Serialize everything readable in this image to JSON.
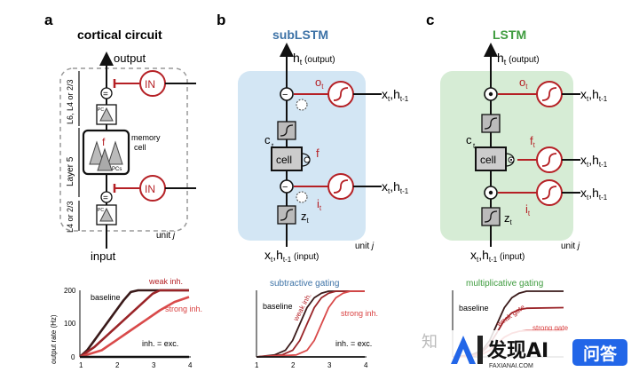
{
  "panels": {
    "a": {
      "letter": "a",
      "title": "cortical circuit",
      "output": "output",
      "input": "input",
      "in_label": "IN",
      "layer_top": "L6, L4 or 2/3",
      "layer_mid": "Layer 5",
      "layer_bot": "L4 or 2/3",
      "pc": "PC",
      "f": "f",
      "pcs": "PCs",
      "memory": "memory",
      "cell": "cell",
      "unit": "unit",
      "unit_j": "j",
      "eq": "="
    },
    "b": {
      "letter": "b",
      "title": "subLSTM",
      "h_t": "h",
      "t": "t",
      "output": "(output)",
      "input": "(input)",
      "o": "o",
      "f": "f",
      "i": "i",
      "c": "c",
      "z": "z",
      "cell": "cell",
      "x": "x",
      "h": "h",
      "t1": "t-1",
      "minus": "−",
      "unit": "unit",
      "unit_j": "j"
    },
    "c": {
      "letter": "c",
      "title": "LSTM",
      "h_t": "h",
      "t": "t",
      "output": "(output)",
      "input": "(input)",
      "o": "o",
      "f": "f",
      "i": "i",
      "c": "c",
      "z": "z",
      "cell": "cell",
      "x": "x",
      "h": "h",
      "t1": "t-1",
      "unit": "unit",
      "unit_j": "j"
    }
  },
  "plots": {
    "a": {
      "ylabel": "output rate (Hz)",
      "yticks": [
        "0",
        "100",
        "200"
      ],
      "xticks": [
        "1",
        "2",
        "3",
        "4"
      ],
      "labels": {
        "baseline": "baseline",
        "weak": "weak inh.",
        "strong": "strong inh.",
        "eq": "inh. = exc."
      }
    },
    "b": {
      "title": "subtractive gating",
      "xticks": [
        "1",
        "2",
        "3",
        "4"
      ],
      "labels": {
        "baseline": "baseline",
        "weak": "weak inh.",
        "strong": "strong inh.",
        "eq": "inh. = exc."
      }
    },
    "c": {
      "title": "multiplicative gating",
      "labels": {
        "baseline": "baseline",
        "weak": "weak gate",
        "strong": "strong gate"
      }
    }
  },
  "watermark": {
    "zhi": "知",
    "brand": "发现AI",
    "url": "FAXIANAI.COM",
    "badge": "问答"
  },
  "colors": {
    "red": "#b52025",
    "blue_bg": "#d3e6f4",
    "green_bg": "#d6ecd5",
    "blue_title": "#3d72a6",
    "green_title": "#3f9c3f",
    "dark_red": "#4a1c1c"
  },
  "chart_data": [
    {
      "type": "line",
      "xlim": [
        1,
        4
      ],
      "ylim": [
        0,
        200
      ],
      "ylabel": "output rate (Hz)",
      "xticks": [
        1,
        2,
        3,
        4
      ],
      "yticks": [
        0,
        100,
        200
      ],
      "series": [
        {
          "name": "baseline",
          "x": [
            1.0,
            1.2,
            1.4,
            1.6,
            1.8,
            2.0,
            2.2,
            2.4,
            2.6,
            2.8,
            3.0,
            4.0
          ],
          "y": [
            0,
            20,
            50,
            80,
            110,
            140,
            170,
            195,
            200,
            200,
            200,
            200
          ]
        },
        {
          "name": "weak inh.",
          "x": [
            1.0,
            1.4,
            1.8,
            2.2,
            2.6,
            3.0,
            3.2,
            3.4,
            4.0
          ],
          "y": [
            0,
            30,
            70,
            110,
            150,
            190,
            200,
            200,
            200
          ]
        },
        {
          "name": "strong inh.",
          "x": [
            1.0,
            1.6,
            2.0,
            2.4,
            2.8,
            3.2,
            3.6,
            4.0
          ],
          "y": [
            0,
            20,
            50,
            80,
            110,
            140,
            165,
            180
          ]
        },
        {
          "name": "inh. = exc.",
          "x": [
            1.0,
            2.0,
            3.0,
            4.0
          ],
          "y": [
            0,
            0,
            0,
            0
          ]
        }
      ]
    },
    {
      "type": "line",
      "title": "subtractive gating",
      "xlim": [
        1,
        4
      ],
      "ylim": [
        0,
        1
      ],
      "xticks": [
        1,
        2,
        3,
        4
      ],
      "series": [
        {
          "name": "baseline",
          "x": [
            1.0,
            1.5,
            1.8,
            2.0,
            2.2,
            2.4,
            2.6,
            2.8,
            3.0,
            4.0
          ],
          "y": [
            0,
            0.03,
            0.1,
            0.25,
            0.5,
            0.75,
            0.9,
            0.97,
            1.0,
            1.0
          ]
        },
        {
          "name": "weak inh.",
          "x": [
            1.0,
            1.7,
            2.0,
            2.2,
            2.4,
            2.6,
            2.8,
            3.0,
            3.2,
            4.0
          ],
          "y": [
            0,
            0.03,
            0.1,
            0.25,
            0.5,
            0.75,
            0.9,
            0.97,
            1.0,
            1.0
          ]
        },
        {
          "name": "strong inh.",
          "x": [
            1.0,
            2.1,
            2.4,
            2.6,
            2.8,
            3.0,
            3.2,
            3.4,
            3.6,
            4.0
          ],
          "y": [
            0,
            0.03,
            0.1,
            0.25,
            0.5,
            0.75,
            0.9,
            0.97,
            1.0,
            1.0
          ]
        },
        {
          "name": "inh. = exc.",
          "x": [
            1.0,
            4.0
          ],
          "y": [
            0,
            0
          ]
        }
      ]
    },
    {
      "type": "line",
      "title": "multiplicative gating",
      "xlim": [
        1,
        4
      ],
      "ylim": [
        0,
        1
      ],
      "series": [
        {
          "name": "baseline",
          "x": [
            1.0,
            1.5,
            1.8,
            2.0,
            2.2,
            2.4,
            2.6,
            2.8,
            3.0,
            4.0
          ],
          "y": [
            0,
            0.03,
            0.1,
            0.25,
            0.5,
            0.75,
            0.9,
            0.97,
            1.0,
            1.0
          ]
        },
        {
          "name": "weak gate",
          "x": [
            1.0,
            1.5,
            1.8,
            2.0,
            2.2,
            2.4,
            2.6,
            2.8,
            3.0,
            4.0
          ],
          "y": [
            0,
            0.02,
            0.07,
            0.19,
            0.37,
            0.56,
            0.67,
            0.72,
            0.74,
            0.75
          ]
        },
        {
          "name": "strong gate",
          "x": [
            1.0,
            1.5,
            1.8,
            2.0,
            2.2,
            2.4,
            2.6,
            2.8,
            3.0,
            4.0
          ],
          "y": [
            0,
            0.01,
            0.04,
            0.1,
            0.2,
            0.3,
            0.36,
            0.39,
            0.4,
            0.4
          ]
        }
      ]
    }
  ]
}
